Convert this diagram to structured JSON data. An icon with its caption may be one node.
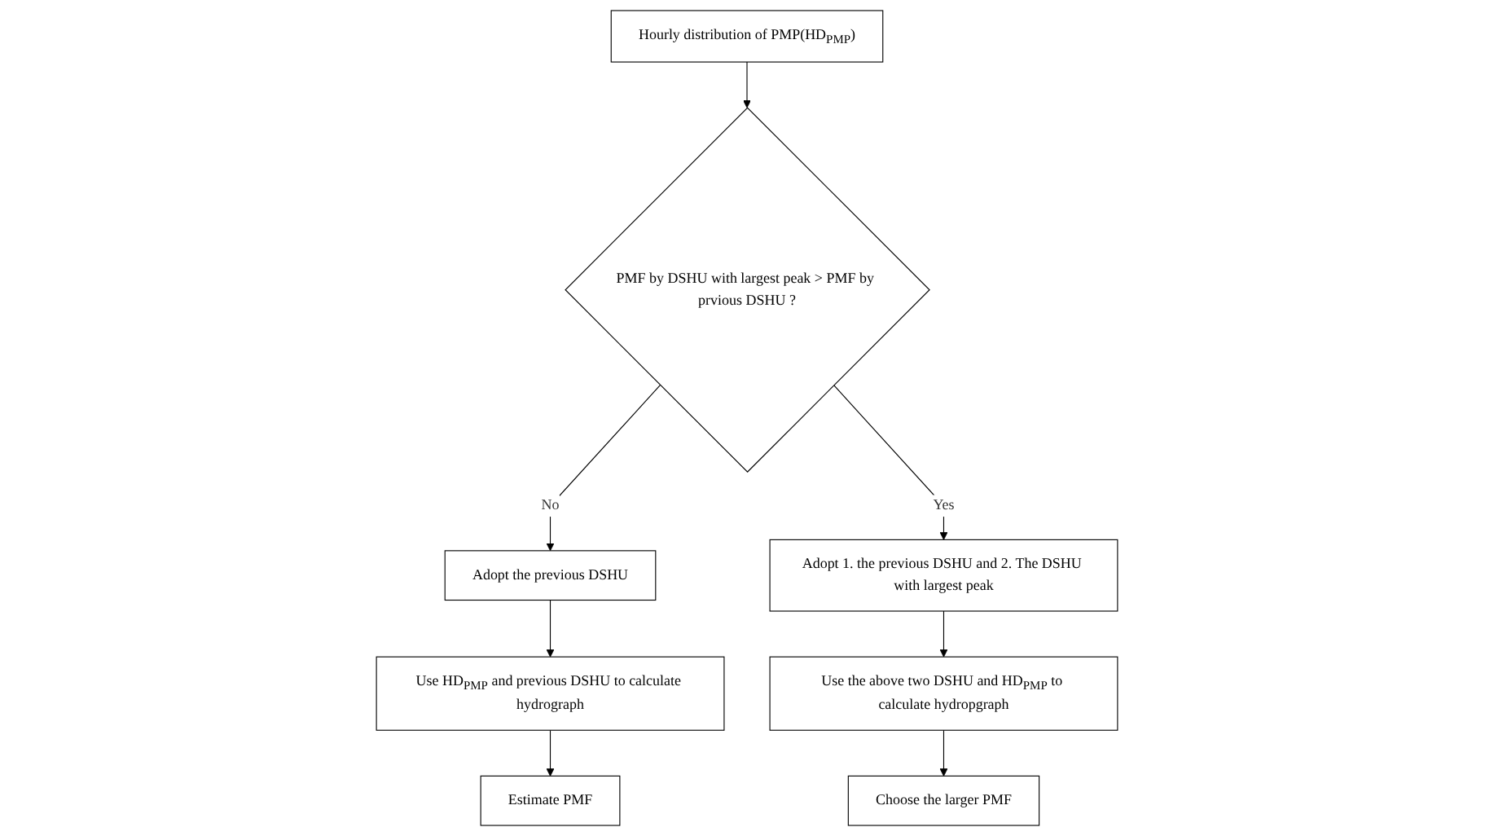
{
  "diagram": {
    "nodes": [
      {
        "text": [
          "Hourly distribution of PMP(HD$_{PMP}$)"
        ]
      },
      {
        "text": [
          "PMF by DSHU with largest peak > PMF by prvious DSHU ?"
        ]
      },
      {
        "text": [
          "Adopt the previous DSHU"
        ]
      },
      {
        "text": [
          "Adopt 1. the previous DSHU and 2. The DSHU with largest peak"
        ]
      },
      {
        "text": [
          "Use HD$_{PMP}$ and previous DSHU to calculate hydrograph"
        ]
      },
      {
        "text": [
          "Use the above two DSHU and HD$_{PMP}$ to calculate hydropgraph"
        ]
      },
      {
        "text": [
          "Estimate PMF"
        ]
      },
      {
        "text": [
          "Choose the larger PMF"
        ]
      }
    ],
    "edges": [
      {
        "from": 0,
        "to": 1,
        "arrow": "to"
      },
      {
        "from": 1,
        "to": 2,
        "arrow": "to",
        "label": "No"
      },
      {
        "from": 1,
        "to": 3,
        "arrow": "to",
        "label": "Yes"
      },
      {
        "from": 2,
        "to": 4,
        "arrow": "to"
      },
      {
        "from": 3,
        "to": 5,
        "arrow": "to"
      },
      {
        "from": 4,
        "to": 6,
        "arrow": "to"
      },
      {
        "from": 5,
        "to": 7,
        "arrow": "to"
      }
    ]
  }
}
